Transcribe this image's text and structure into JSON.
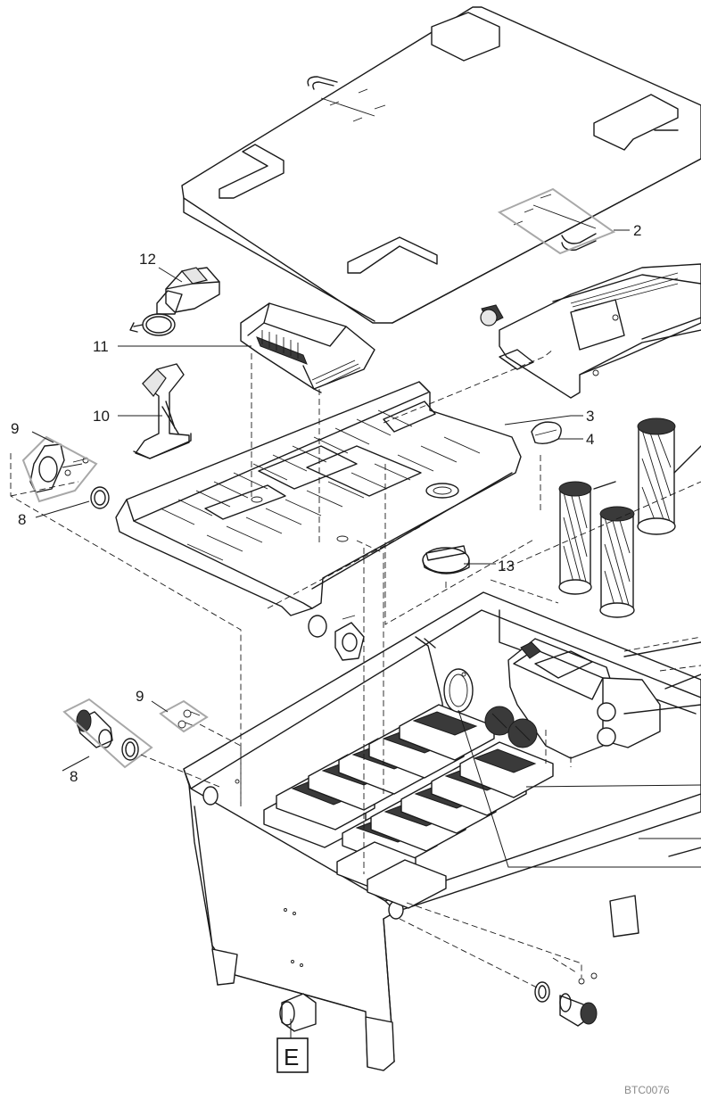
{
  "part_labels": {
    "p2": "2",
    "p3": "3",
    "p4": "4",
    "p8a": "8",
    "p8b": "8",
    "p9a": "9",
    "p9b": "9",
    "p10": "10",
    "p11": "11",
    "p12": "12",
    "p13": "13"
  },
  "outlet_label": "E",
  "drawing_code": "BTC0076"
}
